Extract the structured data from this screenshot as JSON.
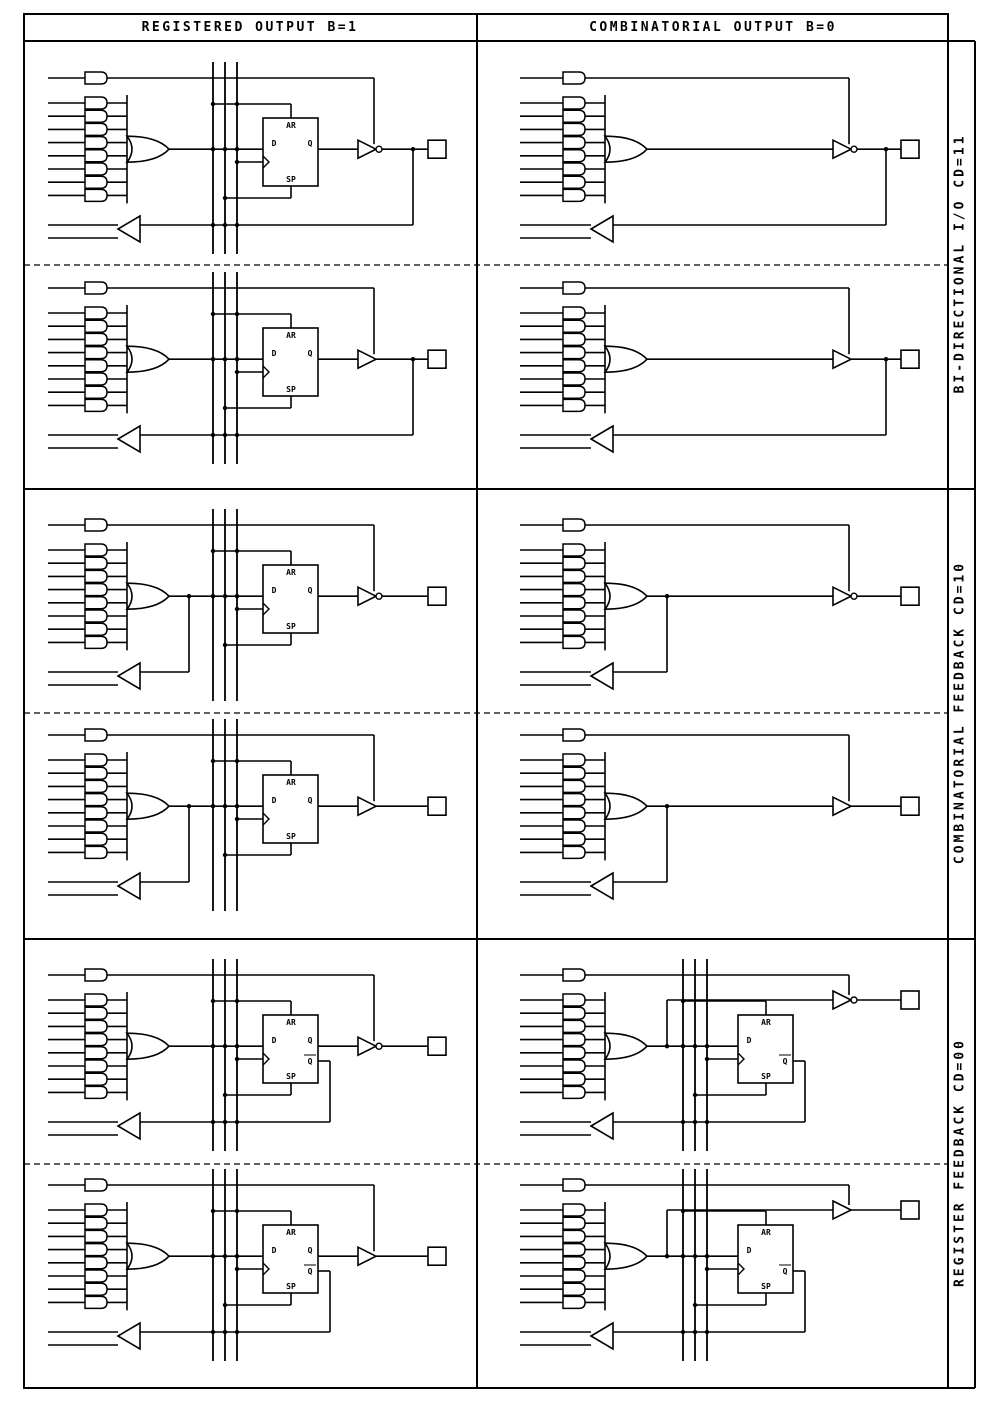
{
  "columns": [
    {
      "label": "REGISTERED OUTPUT  B=1",
      "mode": "registered"
    },
    {
      "label": "COMBINATORIAL OUTPUT  B=0",
      "mode": "combinatorial"
    }
  ],
  "row_groups": [
    {
      "label": "BI-DIRECTIONAL I/O  CD=11",
      "feedback": "bidirectional"
    },
    {
      "label": "COMBINATORIAL FEEDBACK  CD=10",
      "feedback": "combinatorial"
    },
    {
      "label": "REGISTER FEEDBACK  CD=00",
      "feedback": "register"
    }
  ],
  "variants_per_group": [
    {
      "polarity": "active-low",
      "inverted_output": true
    },
    {
      "polarity": "active-high",
      "inverted_output": false
    }
  ],
  "product_terms_per_or": 8,
  "flip_flop": {
    "labels": {
      "reset": "AR",
      "data": "D",
      "output": "Q",
      "output_bar": "Q",
      "preset": "SP"
    }
  },
  "colors": {
    "ink": "#000000",
    "paper": "#ffffff"
  }
}
